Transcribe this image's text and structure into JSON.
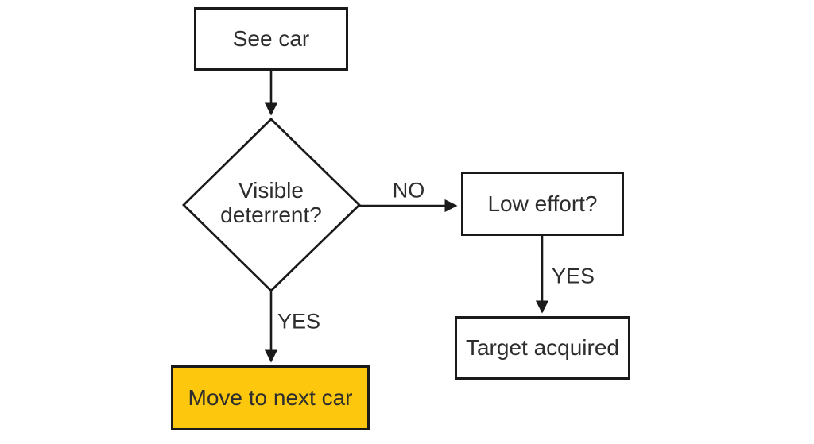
{
  "diagram": {
    "type": "flowchart",
    "background_color": "#ffffff",
    "line_color": "#1a1a1a",
    "text_color": "#2d2d2d",
    "highlight_color": "#fcc70d",
    "nodes": {
      "see_car": {
        "label": "See car",
        "shape": "rectangle",
        "fill": "#ffffff"
      },
      "visible_deterrent": {
        "label": "Visible deterrent?",
        "shape": "diamond",
        "fill": "#ffffff"
      },
      "low_effort": {
        "label": "Low effort?",
        "shape": "rectangle",
        "fill": "#ffffff"
      },
      "target_acquired": {
        "label": "Target acquired",
        "shape": "rectangle",
        "fill": "#ffffff"
      },
      "move_to_next_car": {
        "label": "Move to next car",
        "shape": "rectangle",
        "fill": "#fcc70d"
      }
    },
    "edges": {
      "see_car_to_deterrent": {
        "from": "see_car",
        "to": "visible_deterrent",
        "label": ""
      },
      "deterrent_no_to_effort": {
        "from": "visible_deterrent",
        "to": "low_effort",
        "label": "NO"
      },
      "effort_yes_to_target": {
        "from": "low_effort",
        "to": "target_acquired",
        "label": "YES"
      },
      "deterrent_yes_to_move": {
        "from": "visible_deterrent",
        "to": "move_to_next_car",
        "label": "YES"
      }
    }
  }
}
